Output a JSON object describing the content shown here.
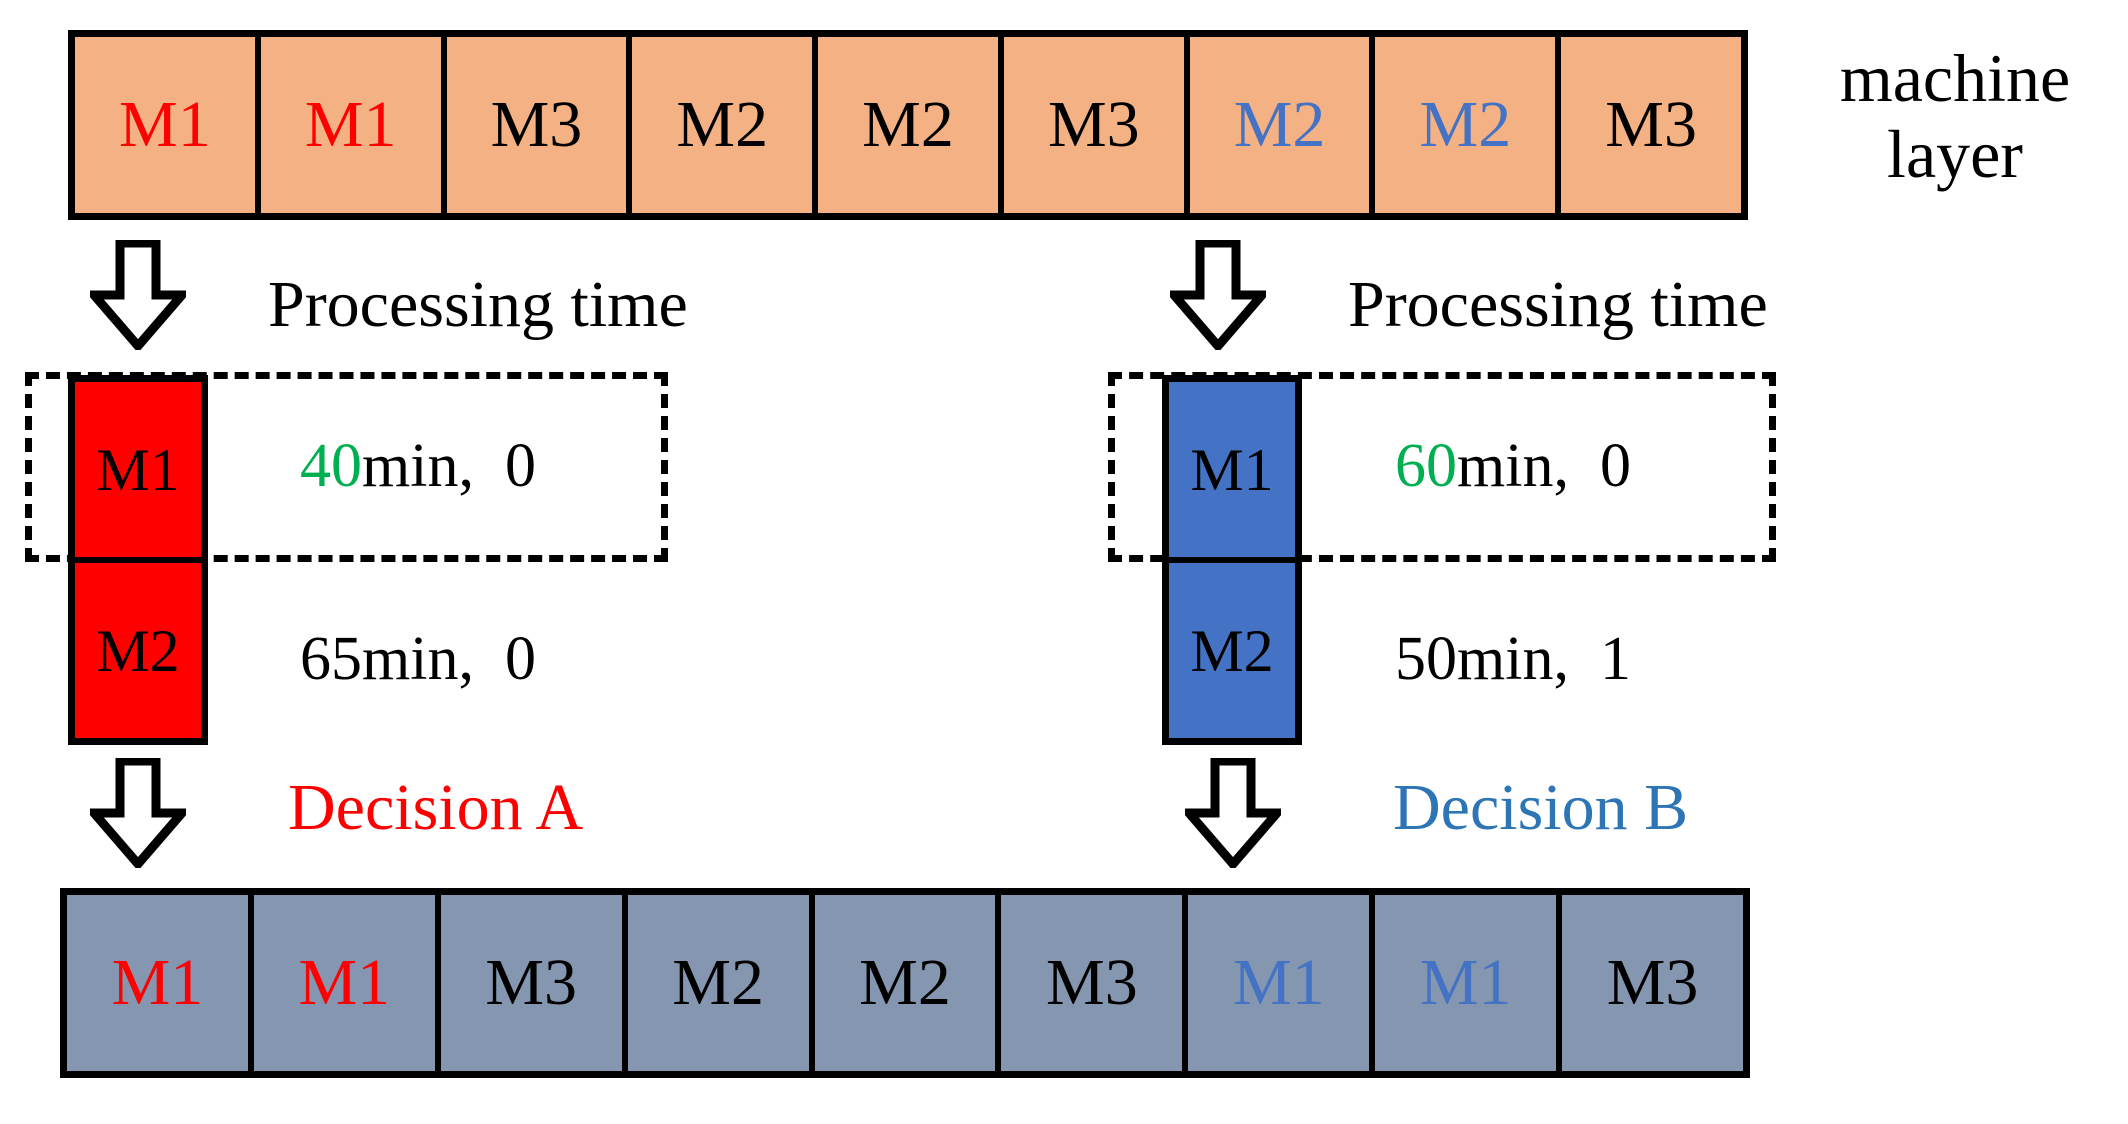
{
  "machine_layer": {
    "caption_line1": "machine",
    "caption_line2": "layer",
    "cells": [
      {
        "label": "M1",
        "color": "#FF0000"
      },
      {
        "label": "M1",
        "color": "#FF0000"
      },
      {
        "label": "M3",
        "color": "#000000"
      },
      {
        "label": "M2",
        "color": "#000000"
      },
      {
        "label": "M2",
        "color": "#000000"
      },
      {
        "label": "M3",
        "color": "#000000"
      },
      {
        "label": "M2",
        "color": "#4472C4"
      },
      {
        "label": "M2",
        "color": "#4472C4"
      },
      {
        "label": "M3",
        "color": "#000000"
      }
    ]
  },
  "result_layer": {
    "cells": [
      {
        "label": "M1",
        "color": "#FF0000"
      },
      {
        "label": "M1",
        "color": "#FF0000"
      },
      {
        "label": "M3",
        "color": "#000000"
      },
      {
        "label": "M2",
        "color": "#000000"
      },
      {
        "label": "M2",
        "color": "#000000"
      },
      {
        "label": "M3",
        "color": "#000000"
      },
      {
        "label": "M1",
        "color": "#4472C4"
      },
      {
        "label": "M1",
        "color": "#4472C4"
      },
      {
        "label": "M3",
        "color": "#000000"
      }
    ]
  },
  "branch_a": {
    "processing_label": "Processing time",
    "decision_label": "Decision A",
    "decision_color": "#FF0000",
    "box_color": "#FF0000",
    "rows": [
      {
        "machine": "M1",
        "duration": "40",
        "unit": "min,",
        "index": "0",
        "highlighted": true
      },
      {
        "machine": "M2",
        "duration": "65",
        "unit": "min,",
        "index": "0",
        "highlighted": false
      }
    ]
  },
  "branch_b": {
    "processing_label": "Processing time",
    "decision_label": "Decision B",
    "decision_color": "#2E75B6",
    "box_color": "#4472C4",
    "rows": [
      {
        "machine": "M1",
        "duration": "60",
        "unit": "min,",
        "index": "0",
        "highlighted": true
      },
      {
        "machine": "M2",
        "duration": "50",
        "unit": "min,",
        "index": "1",
        "highlighted": false
      }
    ]
  },
  "colors": {
    "machine_strip_fill": "#F4B183",
    "result_strip_fill": "#8496B0",
    "accent_red": "#FF0000",
    "accent_blue": "#4472C4",
    "accent_green": "#00B050",
    "outline": "#000000"
  }
}
